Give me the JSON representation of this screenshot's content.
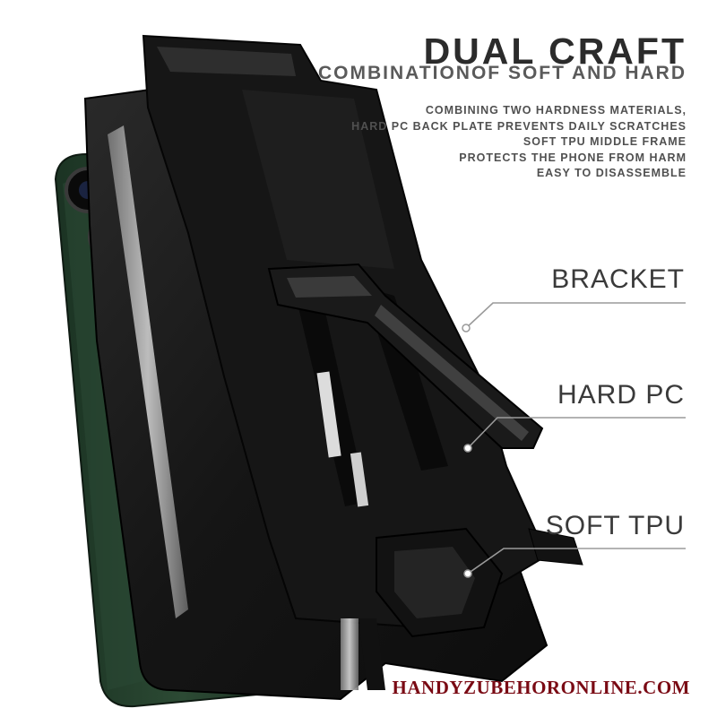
{
  "header": {
    "title": "DUAL CRAFT",
    "subtitle": "COMBINATIONOF SOFT AND HARD"
  },
  "description": {
    "lines": [
      "COMBINING TWO HARDNESS MATERIALS,",
      "HARD PC BACK PLATE PREVENTS DAILY SCRATCHES",
      "SOFT TPU MIDDLE FRAME",
      "PROTECTS THE PHONE FROM HARM",
      "EASY TO DISASSEMBLE"
    ]
  },
  "callouts": {
    "bracket": "BRACKET",
    "hard_pc": "HARD PC",
    "soft_tpu": "SOFT TPU"
  },
  "watermark": "HANDYZUBEHORONLINE.COM",
  "colors": {
    "phone_body": "#1f3a28",
    "case": "#151515",
    "callout_line": "#9a9a9a",
    "watermark": "#7a0a14"
  }
}
